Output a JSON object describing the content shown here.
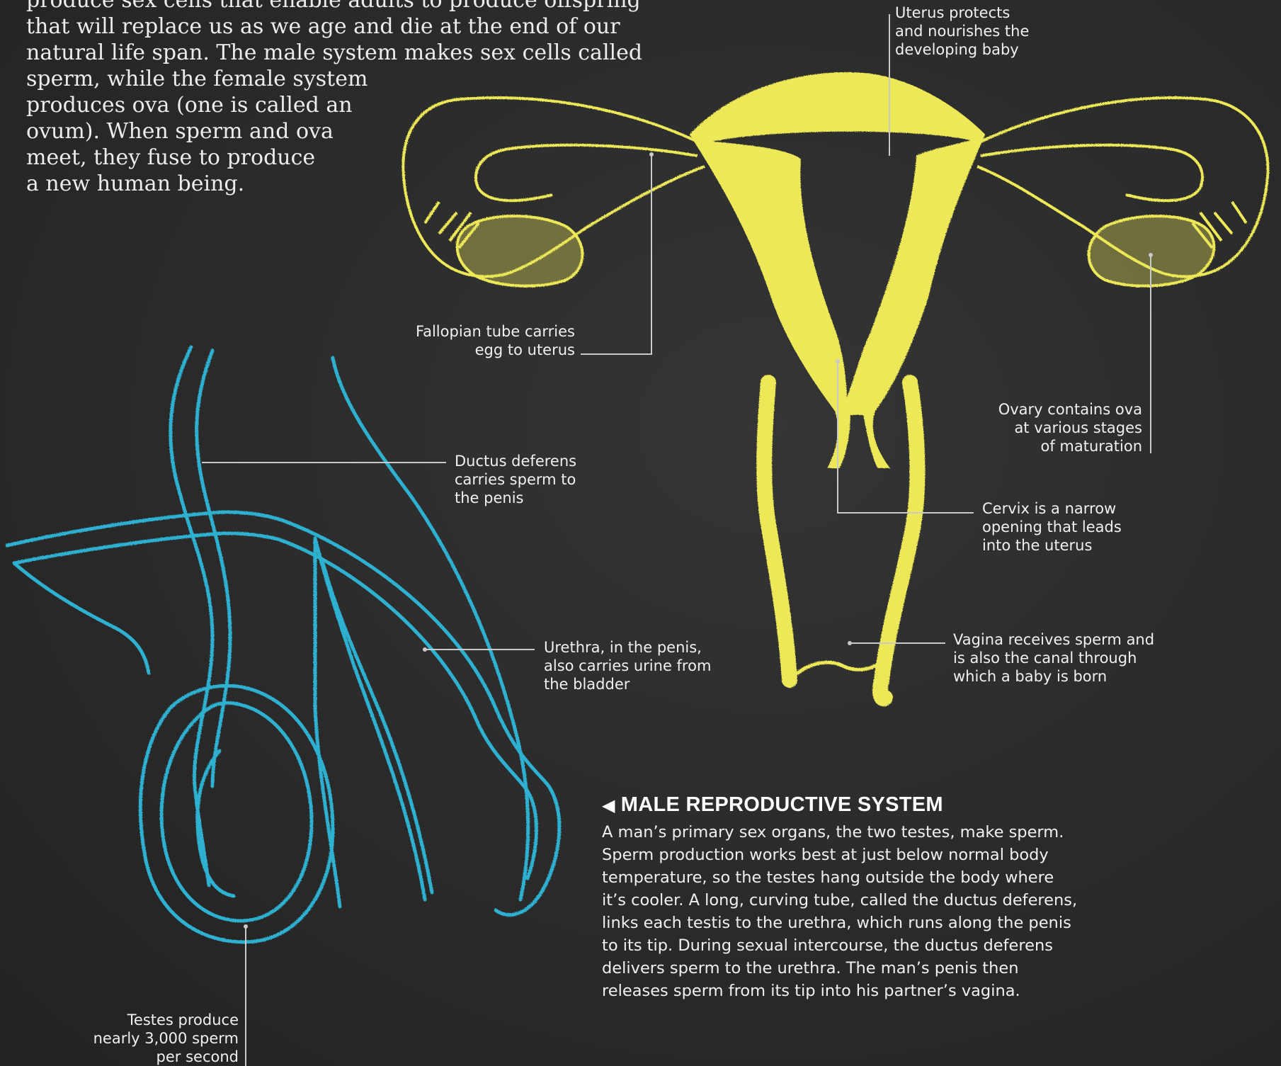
{
  "intro": {
    "lines": [
      "produce sex cells that enable adults to produce offspring",
      "that will replace us as we age and die at the end of our",
      "natural life span. The male system makes sex cells called",
      "sperm, while the female system",
      "produces ova (one is called an",
      "ovum). When sperm and ova",
      "meet, they fuse to produce",
      "a new human being."
    ]
  },
  "labels": {
    "uterus": [
      "Uterus protects",
      "and nourishes the",
      "developing baby"
    ],
    "fallopian": [
      "Fallopian tube carries",
      "egg to uterus"
    ],
    "ovary": [
      "Ovary contains ova",
      "at various stages",
      "of maturation"
    ],
    "cervix": [
      "Cervix is a narrow",
      "opening that leads",
      "into the uterus"
    ],
    "vagina": [
      "Vagina receives sperm and",
      "is also the canal through",
      "which a baby is born"
    ],
    "ductus": [
      "Ductus deferens",
      "carries sperm to",
      "the penis"
    ],
    "urethra": [
      "Urethra, in the penis,",
      "also carries urine from",
      "the bladder"
    ],
    "testes": [
      "Testes produce",
      "nearly 3,000 sperm",
      "per second"
    ]
  },
  "male_caption": {
    "arrow_icon": "left-triangle-icon",
    "title": "MALE REPRODUCTIVE SYSTEM",
    "lines": [
      "A man’s primary sex organs, the two testes, make sperm.",
      "Sperm production works best at just below normal body",
      "temperature, so the testes hang outside the body where",
      "it’s cooler. A long, curving tube, called the ductus deferens,",
      "links each testis to the urethra, which runs along the penis",
      "to its tip. During sexual intercourse, the ductus deferens",
      "delivers sperm to the urethra. The man’s penis then",
      "releases sperm from its tip into his partner’s vagina."
    ]
  },
  "colors": {
    "background": "#2a2a2a",
    "female_chalk": "#ece858",
    "male_chalk": "#2fb0d0",
    "leader_line": "#c9c9c9"
  }
}
